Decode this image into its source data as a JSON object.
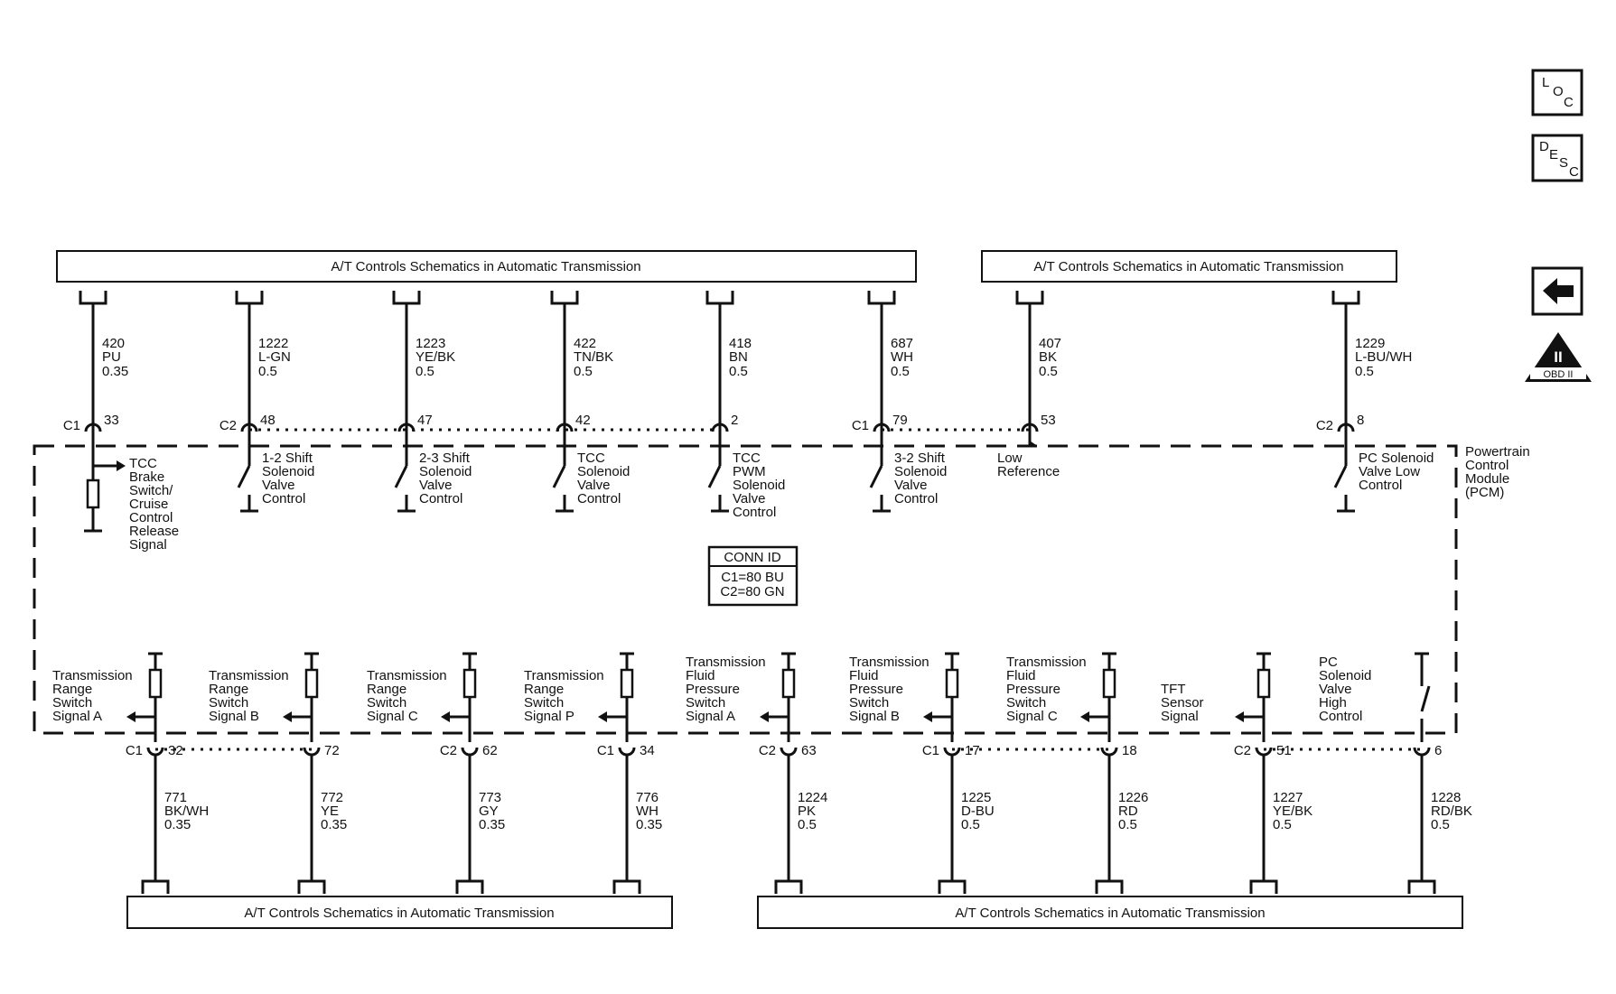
{
  "banners": {
    "top_left": "A/T Controls Schematics in Automatic Transmission",
    "top_right": "A/T Controls Schematics in Automatic Transmission",
    "bottom_left": "A/T Controls Schematics in Automatic Transmission",
    "bottom_right": "A/T Controls Schematics in Automatic Transmission"
  },
  "side_buttons": {
    "loc": [
      "L",
      "O",
      "C"
    ],
    "desc": [
      "D",
      "E",
      "S",
      "C"
    ],
    "obd_label": "OBD II",
    "obd_symbol": "II"
  },
  "module": {
    "label": [
      "Powertrain",
      "Control",
      "Module",
      "(PCM)"
    ]
  },
  "conn_id": {
    "title": "CONN ID",
    "lines": [
      "C1=80 BU",
      "C2=80 GN"
    ]
  },
  "top_circuits": [
    {
      "circuit": "420",
      "color": "PU",
      "gauge": "0.35",
      "connector": "C1",
      "pin": "33",
      "function": [
        "TCC",
        "Brake",
        "Switch/",
        "Cruise",
        "Control",
        "Release",
        "Signal"
      ]
    },
    {
      "circuit": "1222",
      "color": "L-GN",
      "gauge": "0.5",
      "connector": "C2",
      "pin": "48",
      "function": [
        "1-2 Shift",
        "Solenoid",
        "Valve",
        "Control"
      ]
    },
    {
      "circuit": "1223",
      "color": "YE/BK",
      "gauge": "0.5",
      "connector": "",
      "pin": "47",
      "function": [
        "2-3 Shift",
        "Solenoid",
        "Valve",
        "Control"
      ]
    },
    {
      "circuit": "422",
      "color": "TN/BK",
      "gauge": "0.5",
      "connector": "",
      "pin": "42",
      "function": [
        "TCC",
        "Solenoid",
        "Valve",
        "Control"
      ]
    },
    {
      "circuit": "418",
      "color": "BN",
      "gauge": "0.5",
      "connector": "",
      "pin": "2",
      "function": [
        "TCC",
        "PWM",
        "Solenoid",
        "Valve",
        "Control"
      ]
    },
    {
      "circuit": "687",
      "color": "WH",
      "gauge": "0.5",
      "connector": "C1",
      "pin": "79",
      "function": [
        "3-2 Shift",
        "Solenoid",
        "Valve",
        "Control"
      ]
    },
    {
      "circuit": "407",
      "color": "BK",
      "gauge": "0.5",
      "connector": "",
      "pin": "53",
      "function": [
        "Low",
        "Reference"
      ]
    },
    {
      "circuit": "1229",
      "color": "L-BU/WH",
      "gauge": "0.5",
      "connector": "C2",
      "pin": "8",
      "function": [
        "PC Solenoid",
        "Valve Low",
        "Control"
      ]
    }
  ],
  "bottom_circuits": [
    {
      "circuit": "771",
      "color": "BK/WH",
      "gauge": "0.35",
      "connector": "C1",
      "pin": "32",
      "function": [
        "Transmission",
        "Range",
        "Switch",
        "Signal A"
      ]
    },
    {
      "circuit": "772",
      "color": "YE",
      "gauge": "0.35",
      "connector": "",
      "pin": "72",
      "function": [
        "Transmission",
        "Range",
        "Switch",
        "Signal B"
      ]
    },
    {
      "circuit": "773",
      "color": "GY",
      "gauge": "0.35",
      "connector": "C2",
      "pin": "62",
      "function": [
        "Transmission",
        "Range",
        "Switch",
        "Signal C"
      ]
    },
    {
      "circuit": "776",
      "color": "WH",
      "gauge": "0.35",
      "connector": "C1",
      "pin": "34",
      "function": [
        "Transmission",
        "Range",
        "Switch",
        "Signal P"
      ]
    },
    {
      "circuit": "1224",
      "color": "PK",
      "gauge": "0.5",
      "connector": "C2",
      "pin": "63",
      "function": [
        "Transmission",
        "Fluid",
        "Pressure",
        "Switch",
        "Signal A"
      ]
    },
    {
      "circuit": "1225",
      "color": "D-BU",
      "gauge": "0.5",
      "connector": "C1",
      "pin": "17",
      "function": [
        "Transmission",
        "Fluid",
        "Pressure",
        "Switch",
        "Signal B"
      ]
    },
    {
      "circuit": "1226",
      "color": "RD",
      "gauge": "0.5",
      "connector": "",
      "pin": "18",
      "function": [
        "Transmission",
        "Fluid",
        "Pressure",
        "Switch",
        "Signal C"
      ]
    },
    {
      "circuit": "1227",
      "color": "YE/BK",
      "gauge": "0.5",
      "connector": "C2",
      "pin": "51",
      "function": [
        "TFT",
        "Sensor",
        "Signal"
      ]
    },
    {
      "circuit": "1228",
      "color": "RD/BK",
      "gauge": "0.5",
      "connector": "",
      "pin": "6",
      "function": [
        "PC",
        "Solenoid",
        "Valve",
        "High",
        "Control"
      ]
    }
  ]
}
